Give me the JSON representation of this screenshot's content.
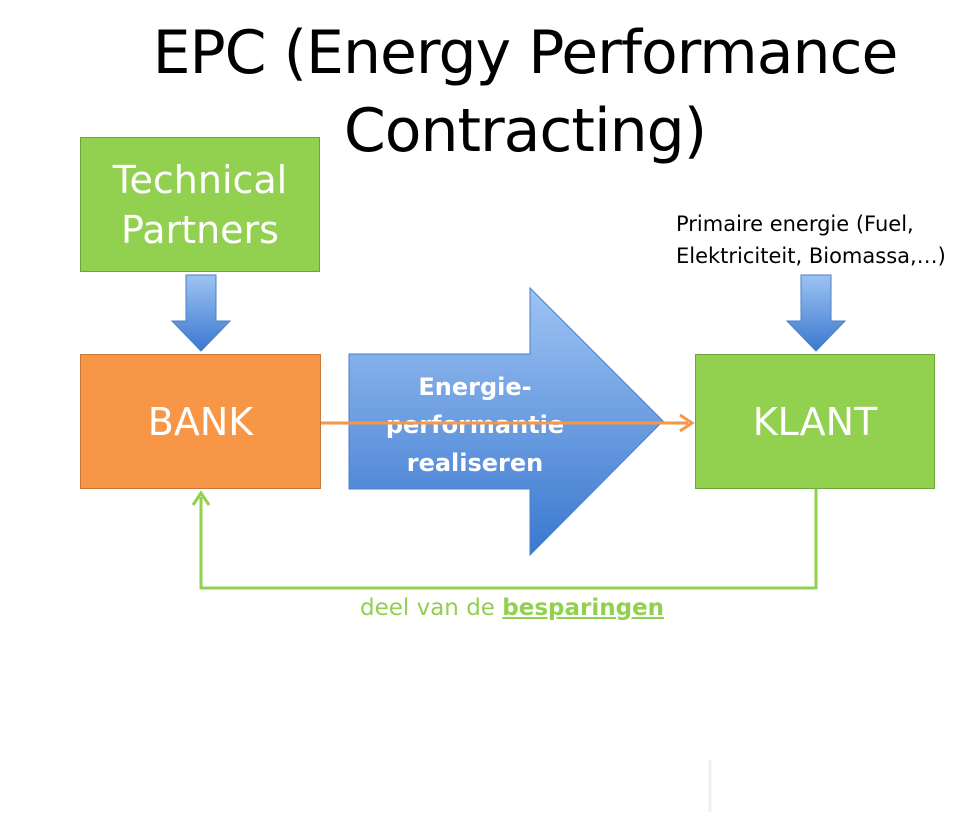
{
  "title": "EPC (Energy Performance Contracting)",
  "boxes": {
    "technical_partners": "Technical Partners",
    "bank": "BANK",
    "klant": "KLANT"
  },
  "primaire_energie": {
    "line1": "Primaire energie (Fuel,",
    "line2": "Elektriciteit, Biomassa,…)"
  },
  "central_arrow": {
    "line1": "Energie-",
    "line2": "performantie",
    "line3": "realiseren"
  },
  "savings": {
    "prefix": "deel van de ",
    "emphasis": "besparingen"
  },
  "colors": {
    "green": "#92d050",
    "orange": "#f79646",
    "blue_light": "#8db4e8",
    "blue_dark": "#3d7cd0"
  }
}
